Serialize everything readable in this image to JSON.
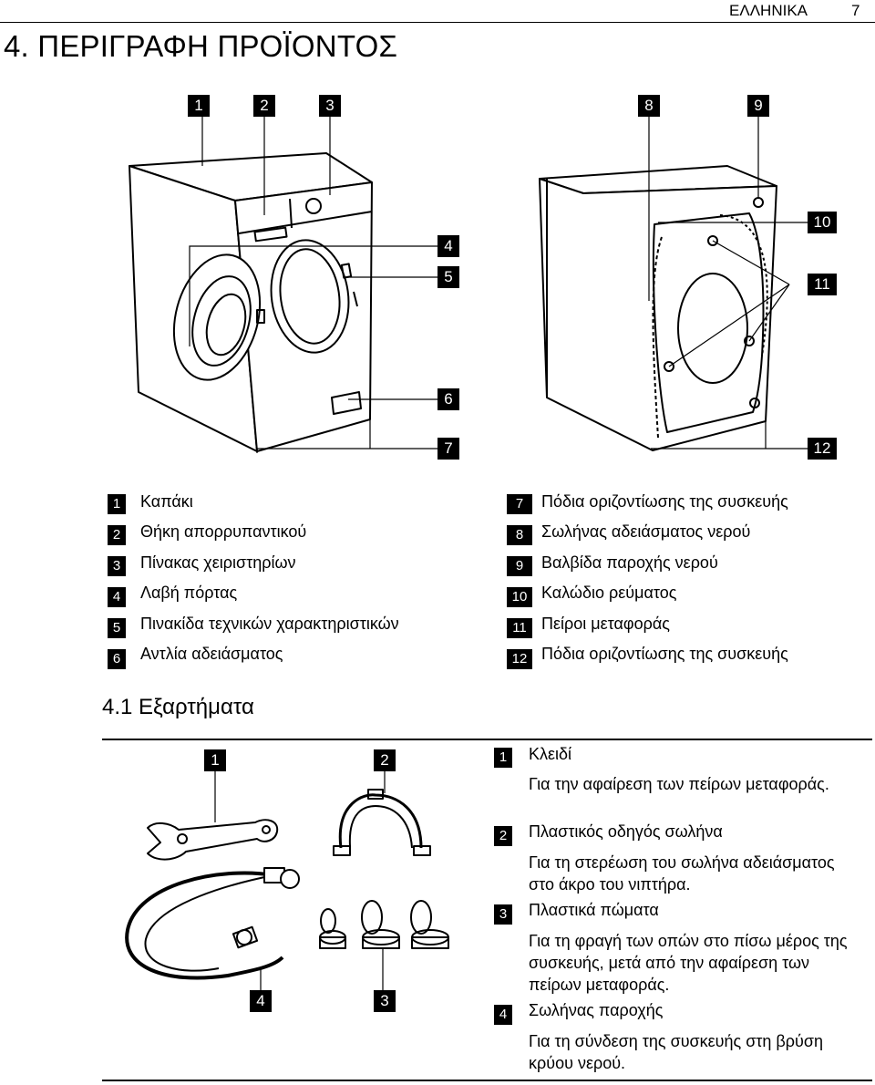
{
  "header": {
    "language": "ΕΛΛΗΝΙΚΑ",
    "page_number": "7"
  },
  "section": {
    "title": "4. ΠΕΡΙΓΡΑΦΗ ΠΡΟΪΟΝΤΟΣ"
  },
  "figure_callouts": [
    "1",
    "2",
    "3",
    "4",
    "5",
    "6",
    "7",
    "8",
    "9",
    "10",
    "11",
    "12"
  ],
  "legend": [
    {
      "num": "1",
      "text": "Καπάκι"
    },
    {
      "num": "2",
      "text": "Θήκη απορρυπαντικού"
    },
    {
      "num": "3",
      "text": "Πίνακας χειριστηρίων"
    },
    {
      "num": "4",
      "text": "Λαβή πόρτας"
    },
    {
      "num": "5",
      "text": "Πινακίδα τεχνικών χαρακτηριστικών"
    },
    {
      "num": "6",
      "text": "Αντλία αδειάσματος"
    },
    {
      "num": "7",
      "text": "Πόδια οριζοντίωσης της συσκευής"
    },
    {
      "num": "8",
      "text": "Σωλήνας αδειάσματος νερού"
    },
    {
      "num": "9",
      "text": "Βαλβίδα παροχής νερού"
    },
    {
      "num": "10",
      "text": "Καλώδιο ρεύματος"
    },
    {
      "num": "11",
      "text": "Πείροι μεταφοράς"
    },
    {
      "num": "12",
      "text": "Πόδια οριζοντίωσης της συσκευής"
    }
  ],
  "accessories_section": {
    "title": "4.1 Εξαρτήματα"
  },
  "accessory_callouts": [
    "1",
    "2",
    "3",
    "4"
  ],
  "accessories": [
    {
      "num": "1",
      "title": "Κλειδί",
      "desc": "Για την αφαίρεση των πείρων μεταφοράς."
    },
    {
      "num": "2",
      "title": "Πλαστικός οδηγός σωλήνα",
      "desc": "Για τη στερέωση του σωλήνα αδειάσματος στο άκρο του νιπτήρα."
    },
    {
      "num": "3",
      "title": "Πλαστικά πώματα",
      "desc": "Για τη φραγή των οπών στο πίσω μέρος της συσκευής, μετά από την αφαίρεση των πείρων μεταφοράς."
    },
    {
      "num": "4",
      "title": "Σωλήνας παροχής",
      "desc": "Για τη σύνδεση της συσκευής στη βρύση κρύου νερού."
    }
  ]
}
